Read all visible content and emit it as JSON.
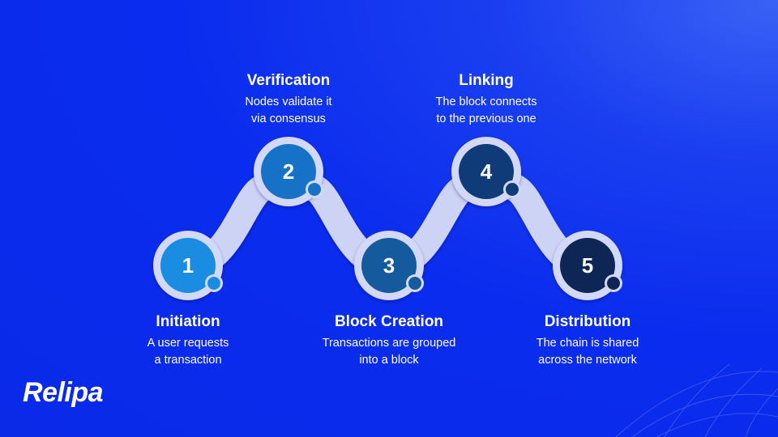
{
  "brand": {
    "logo": "Relipa"
  },
  "steps": [
    {
      "number": "1",
      "title": "Initiation",
      "desc": "A user requests\na transaction",
      "color": "#1a8de2"
    },
    {
      "number": "2",
      "title": "Verification",
      "desc": "Nodes validate it\nvia consensus",
      "color": "#1672c6"
    },
    {
      "number": "3",
      "title": "Block Creation",
      "desc": "Transactions are grouped\ninto a block",
      "color": "#145a9c"
    },
    {
      "number": "4",
      "title": "Linking",
      "desc": "The block connects\nto the previous one",
      "color": "#0f3c78"
    },
    {
      "number": "5",
      "title": "Distribution",
      "desc": "The chain is shared\nacross the network",
      "color": "#0d2656"
    }
  ]
}
